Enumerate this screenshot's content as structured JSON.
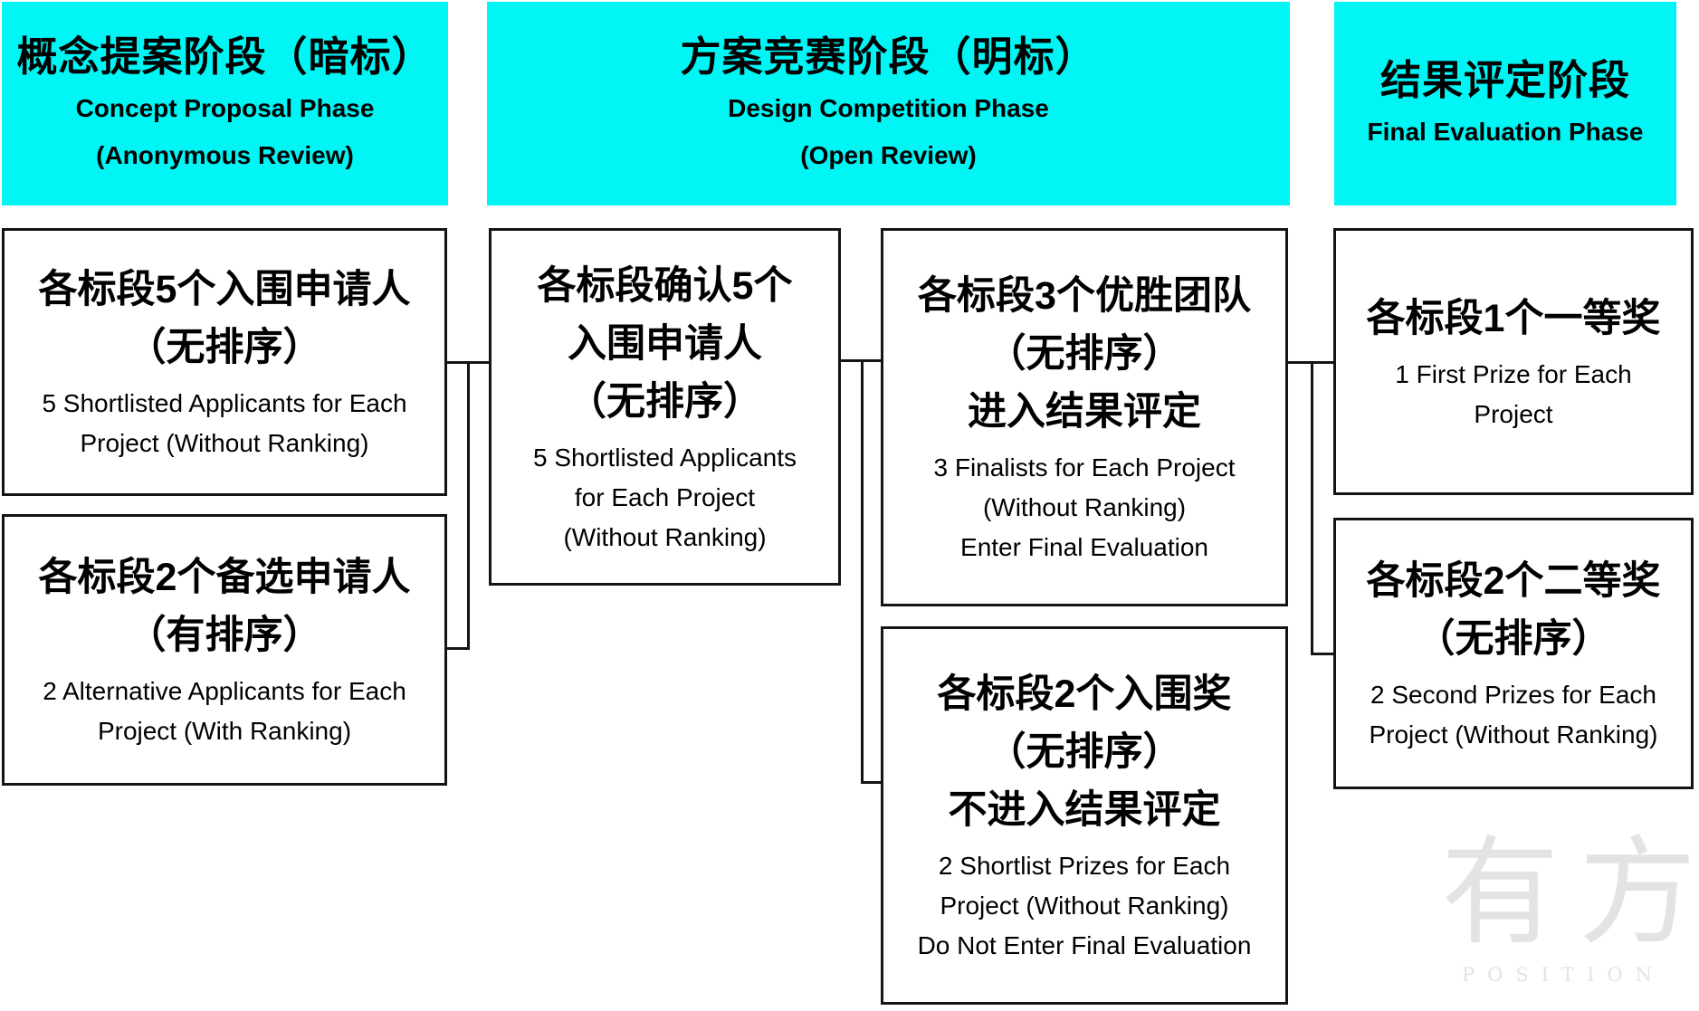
{
  "page": {
    "background": "#FFFFFF",
    "accent_cyan": "#00F5F5",
    "line_color": "#141414",
    "watermark_color": "#E3E3E3"
  },
  "headers": [
    {
      "id": "concept",
      "cn": "概念提案阶段（暗标）",
      "en": [
        "Concept Proposal Phase",
        "(Anonymous Review)"
      ]
    },
    {
      "id": "design",
      "cn": "方案竞赛阶段（明标）",
      "en": [
        "Design Competition Phase",
        "(Open Review)"
      ]
    },
    {
      "id": "final",
      "cn": "结果评定阶段",
      "en": [
        "Final Evaluation Phase"
      ]
    }
  ],
  "boxes": {
    "c1b1": {
      "cn": [
        "各标段5个入围申请人",
        "（无排序）"
      ],
      "en": [
        "5 Shortlisted Applicants for Each",
        "Project (Without Ranking)"
      ]
    },
    "c1b2": {
      "cn": [
        "各标段2个备选申请人",
        "（有排序）"
      ],
      "en": [
        "2 Alternative Applicants for Each",
        "Project (With Ranking)"
      ]
    },
    "c2b1": {
      "cn": [
        "各标段确认5个",
        "入围申请人",
        "（无排序）"
      ],
      "en": [
        "5 Shortlisted Applicants",
        "for Each Project",
        "(Without Ranking)"
      ]
    },
    "c3b1": {
      "cn": [
        "各标段3个优胜团队",
        "（无排序）",
        "进入结果评定"
      ],
      "en": [
        "3 Finalists for Each Project",
        "(Without Ranking)",
        "Enter Final Evaluation"
      ]
    },
    "c3b2": {
      "cn": [
        "各标段2个入围奖",
        "（无排序）",
        "不进入结果评定"
      ],
      "en": [
        "2 Shortlist Prizes for Each",
        "Project (Without Ranking)",
        "Do Not Enter Final Evaluation"
      ]
    },
    "c4b1": {
      "cn": [
        "各标段1个一等奖"
      ],
      "en": [
        "1 First Prize for Each",
        "Project"
      ]
    },
    "c4b2": {
      "cn": [
        "各标段2个二等奖",
        "（无排序）"
      ],
      "en": [
        "2 Second Prizes for Each",
        "Project (Without Ranking)"
      ]
    }
  },
  "watermark": {
    "cn": "有方",
    "en": "POSITION"
  }
}
